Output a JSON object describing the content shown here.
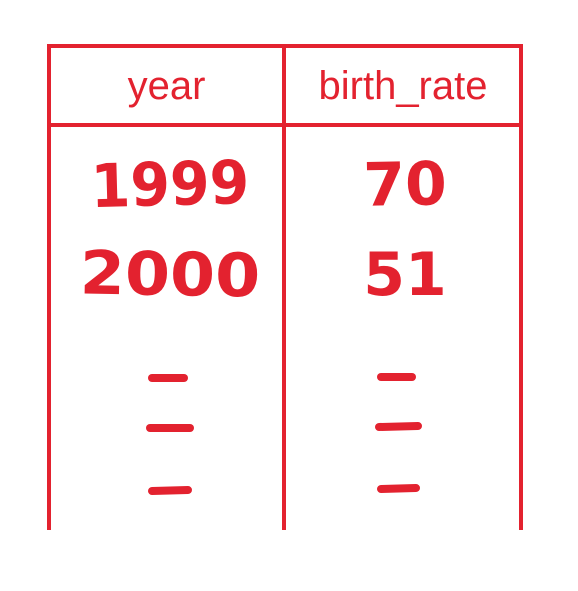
{
  "table": {
    "columns": [
      "year",
      "birth_rate"
    ],
    "rows": [
      {
        "year": "1999",
        "birth_rate": "70"
      },
      {
        "year": "2000",
        "birth_rate": "51"
      }
    ],
    "continuation_marks": 3
  },
  "colors": {
    "ink": "#e3222f",
    "background": "#ffffff"
  }
}
